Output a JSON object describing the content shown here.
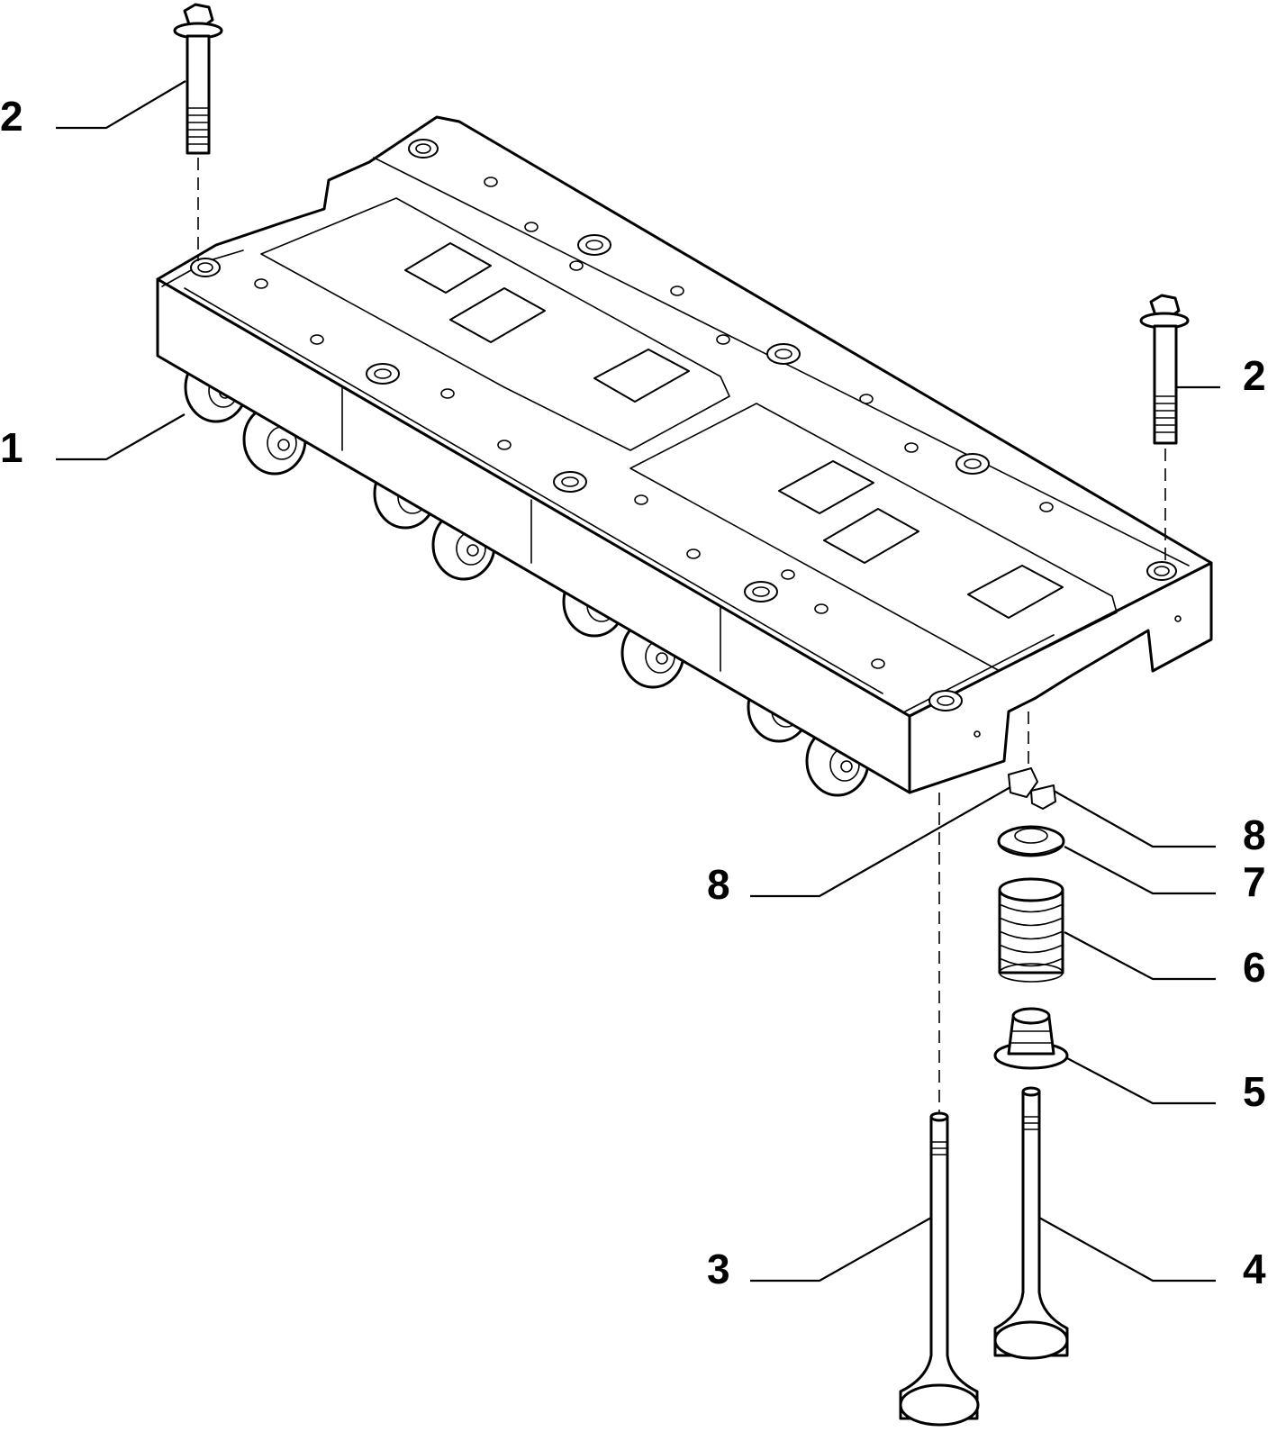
{
  "callouts": [
    {
      "id": "c1",
      "label": "1",
      "part": "rocker-arm-carrier"
    },
    {
      "id": "c2a",
      "label": "2",
      "part": "flange-bolt"
    },
    {
      "id": "c2b",
      "label": "2",
      "part": "flange-bolt"
    },
    {
      "id": "c3",
      "label": "3",
      "part": "valve"
    },
    {
      "id": "c4",
      "label": "4",
      "part": "valve"
    },
    {
      "id": "c5",
      "label": "5",
      "part": "valve-stem-seal"
    },
    {
      "id": "c6",
      "label": "6",
      "part": "valve-spring"
    },
    {
      "id": "c7",
      "label": "7",
      "part": "spring-retainer"
    },
    {
      "id": "c8a",
      "label": "8",
      "part": "valve-collet"
    },
    {
      "id": "c8b",
      "label": "8",
      "part": "valve-collet"
    }
  ]
}
